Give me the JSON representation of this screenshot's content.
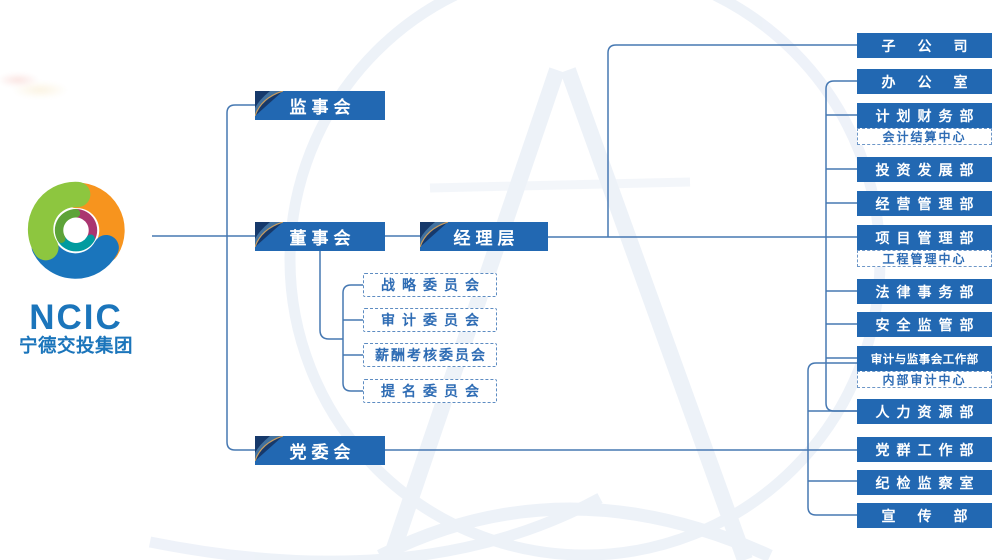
{
  "logo": {
    "acronym": "NCIC",
    "company": "宁德交投集团"
  },
  "governance": {
    "supervisory_board": "监事会",
    "board_of_directors": "董事会",
    "party_committee": "党委会",
    "management_layer": "经理层"
  },
  "board_committees": [
    "战略委员会",
    "审计委员会",
    "薪酬考核委员会",
    "提名委员会"
  ],
  "departments": [
    {
      "label": "子公司"
    },
    {
      "label": "办公室"
    },
    {
      "label": "计划财务部",
      "sub": "会计结算中心"
    },
    {
      "label": "投资发展部"
    },
    {
      "label": "经营管理部"
    },
    {
      "label": "项目管理部",
      "sub": "工程管理中心"
    },
    {
      "label": "法律事务部"
    },
    {
      "label": "安全监管部"
    },
    {
      "label": "审计与监事会工作部",
      "sub": "内部审计中心"
    },
    {
      "label": "人力资源部"
    },
    {
      "label": "党群工作部"
    },
    {
      "label": "纪检监察室"
    },
    {
      "label": "宣传部"
    }
  ],
  "colors": {
    "node_blue": "#2268b2",
    "line_blue": "#4678b2",
    "dashed_text_blue": "#2e6cb4",
    "logo_blue": "#1b75bb",
    "corner_navy": "#16396b",
    "corner_gold": "#c99c5e",
    "logo_green": "#8dc63f",
    "logo_orange": "#f7941e",
    "logo_teal": "#009b9f",
    "logo_magenta": "#aa3570"
  }
}
